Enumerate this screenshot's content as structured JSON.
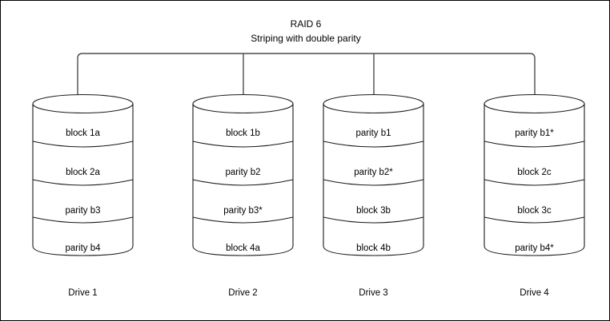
{
  "title": {
    "line1": "RAID 6",
    "line2": "Striping with double parity"
  },
  "diagram": {
    "type": "raid-array-diagram",
    "stripe_count": 4,
    "drive_count": 4,
    "bus_label": "",
    "colors": {
      "background": "#ffffff",
      "border": "#000000",
      "shape_stroke": "#1a1a1a",
      "bus_stroke": "#4d4d4d",
      "text": "#000000"
    }
  },
  "drives": [
    {
      "label": "Drive 1",
      "segments": [
        {
          "text": "block 1a"
        },
        {
          "text": "block 2a"
        },
        {
          "text": "parity b3"
        },
        {
          "text": "parity b4"
        }
      ]
    },
    {
      "label": "Drive 2",
      "segments": [
        {
          "text": "block 1b"
        },
        {
          "text": "parity b2"
        },
        {
          "text": "parity b3*"
        },
        {
          "text": "block 4a"
        }
      ]
    },
    {
      "label": "Drive 3",
      "segments": [
        {
          "text": "parity b1"
        },
        {
          "text": "parity b2*"
        },
        {
          "text": "block 3b"
        },
        {
          "text": "block 4b"
        }
      ]
    },
    {
      "label": "Drive 4",
      "segments": [
        {
          "text": "parity b1*"
        },
        {
          "text": "block 2c"
        },
        {
          "text": "block 3c"
        },
        {
          "text": "parity b4*"
        }
      ]
    }
  ]
}
